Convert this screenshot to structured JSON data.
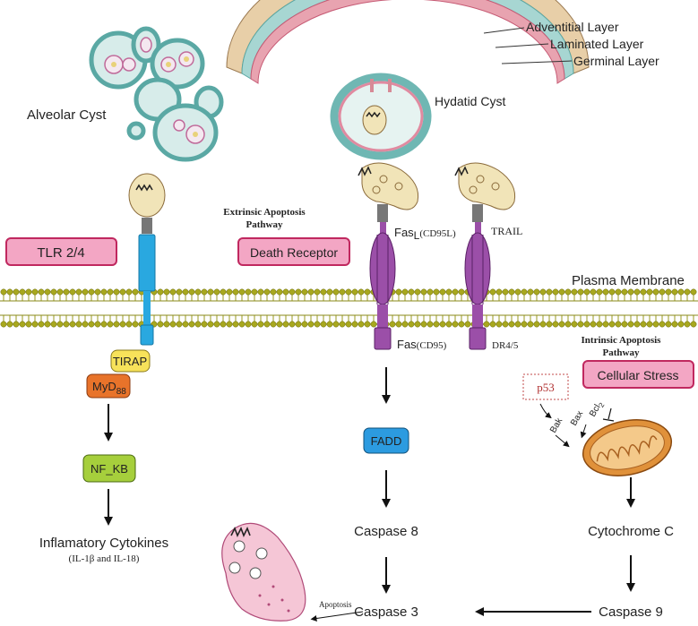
{
  "cysts": {
    "alveolar": "Alveolar Cyst",
    "hydatid": "Hydatid Cyst",
    "layers": [
      "Adventitial Layer",
      "Laminated Layer",
      "Germinal Layer"
    ]
  },
  "membrane": "Plasma Membrane",
  "tlr": {
    "box": "TLR 2/4",
    "tirap": "TIRAP",
    "myd": "MyD",
    "myd_sub": "88",
    "nfkb": "NF_KB",
    "output": "Inflamatory Cytokines",
    "output_sub": "(IL-1β and IL-18)"
  },
  "extrinsic": {
    "title_line1": "Extrinsic Apoptosis",
    "title_line2": "Pathway",
    "box": "Death Receptor",
    "fasl": "Fas",
    "fasl_sub": "L",
    "fasl_paren": "(CD95L)",
    "trail": "TRAIL",
    "fas": "Fas",
    "fas_paren": "(CD95)",
    "dr": "DR4/5",
    "fadd": "FADD",
    "casp8": "Caspase 8",
    "casp3": "Caspase 3"
  },
  "intrinsic": {
    "title_line1": "Intrinsic Apoptosis",
    "title_line2": "Pathway",
    "box": "Cellular Stress",
    "p53": "p53",
    "bak": "Bak",
    "bax": "Bax",
    "bcl": "Bcl",
    "bcl_sub": "2",
    "cytc": "Cytochrome C",
    "casp9": "Caspase 9"
  },
  "apoptosis": "Apoptosis",
  "colors": {
    "pink_box": "#f3a6c4",
    "pink_border": "#c0285f",
    "membrane": "#9a9a20",
    "tlr_blue": "#29a8e0",
    "receptor_purple": "#9b4fa8",
    "tirap": "#f7e25a",
    "myd": "#e8732a",
    "nfkb": "#a6cf3c",
    "fadd": "#2c9be0",
    "mito": "#e0913a"
  }
}
